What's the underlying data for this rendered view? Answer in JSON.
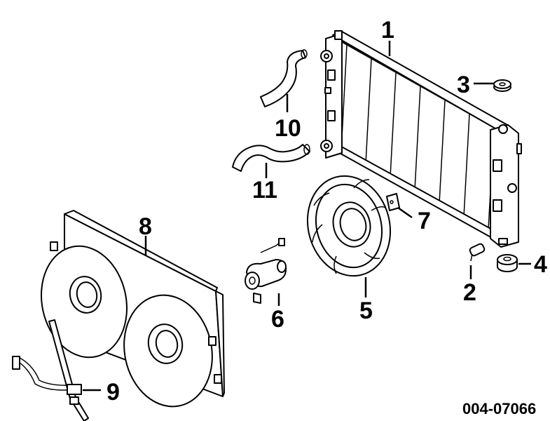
{
  "callouts": [
    {
      "id": "1",
      "label": "1"
    },
    {
      "id": "2",
      "label": "2"
    },
    {
      "id": "3",
      "label": "3"
    },
    {
      "id": "4",
      "label": "4"
    },
    {
      "id": "5",
      "label": "5"
    },
    {
      "id": "6",
      "label": "6"
    },
    {
      "id": "7",
      "label": "7"
    },
    {
      "id": "8",
      "label": "8"
    },
    {
      "id": "9",
      "label": "9"
    },
    {
      "id": "10",
      "label": "10"
    },
    {
      "id": "11",
      "label": "11"
    }
  ],
  "document_number": "004-07066"
}
